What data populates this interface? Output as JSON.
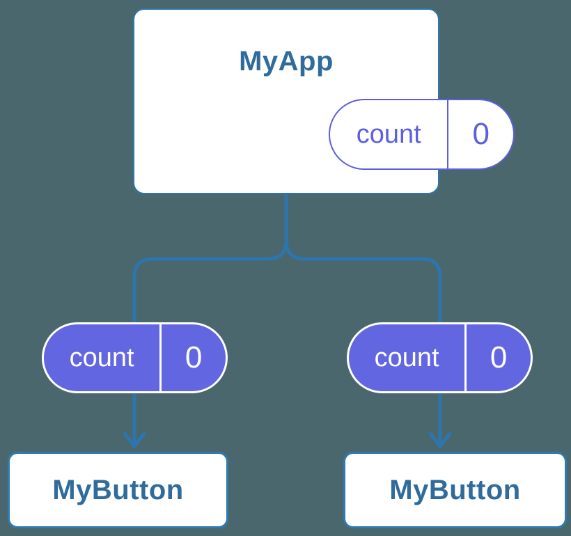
{
  "tree": {
    "root": {
      "name": "MyApp",
      "state": {
        "label": "count",
        "value": "0"
      }
    },
    "children": [
      {
        "name": "MyButton",
        "state": {
          "label": "count",
          "value": "0"
        }
      },
      {
        "name": "MyButton",
        "state": {
          "label": "count",
          "value": "0"
        }
      }
    ]
  },
  "colors": {
    "bg": "#4b676e",
    "line": "#2d75ad",
    "leaf_border": "#3079b2",
    "node_text": "#2f6b9b",
    "indigo_fill": "#6366e1",
    "indigo_line": "#5b5fe0",
    "card_bg": "#ffffff"
  }
}
